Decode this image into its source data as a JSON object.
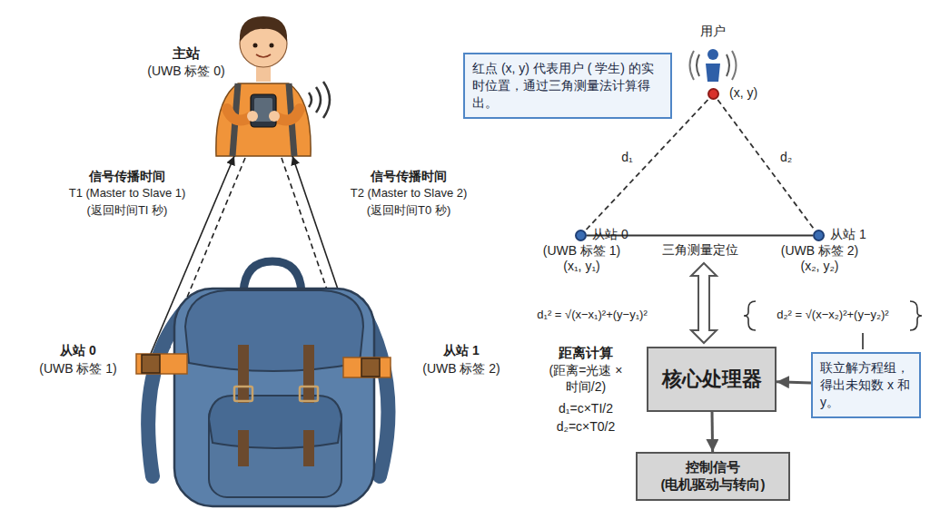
{
  "diagram": {
    "nodes": [
      {
        "text": [
          "红点 (x, y) 代表用户 ( 学生) 的实时位置，通过三角测量法计算得出。"
        ]
      },
      {
        "text": [
          "用户",
          "(x, y)"
        ]
      },
      {
        "text": [
          "从站 0",
          "(UWB 标签 1)",
          "(x₁, y₁)"
        ]
      },
      {
        "text": [
          "从站 1",
          "(UWB 标签 2)",
          "(x₂, y₂)"
        ]
      },
      {
        "text": [
          "核心处理器"
        ]
      },
      {
        "text": [
          "联立解方程组，得出未知数 x 和 y。"
        ]
      },
      {
        "text": [
          "控制信号",
          "(电机驱动与转向)"
        ]
      }
    ],
    "edges": [
      {
        "from": 1,
        "to": 2,
        "arrow": "none",
        "label": "d₁"
      },
      {
        "from": 1,
        "to": 3,
        "arrow": "none",
        "label": "d₂"
      },
      {
        "from": 2,
        "to": 3,
        "arrow": "none",
        "label": "三角测量定位"
      },
      {
        "from": 5,
        "to": 4,
        "arrow": "to"
      },
      {
        "from": 4,
        "to": 6,
        "arrow": "to"
      }
    ],
    "labels": [
      "主站",
      "(UWB 标签 0)",
      "信号传播时间",
      "T1 (Master to Slave 1)",
      "(返回时间TI 秒)",
      "信号传播时间",
      "T2 (Master to Slave 2)",
      "(返回时间T0 秒)",
      "从站 0",
      "(UWB 标签 1)",
      "从站 1",
      "(UWB 标签 2)",
      "d₁² = √(x−x₁)²+(y−y₁)²",
      "d₂² = √(x−x₂)²+(y−y₂)²",
      "距离计算",
      "(距离=光速 ×时间/2)",
      "d₁=c×TI/2",
      "d₂=c×T0/2"
    ]
  }
}
